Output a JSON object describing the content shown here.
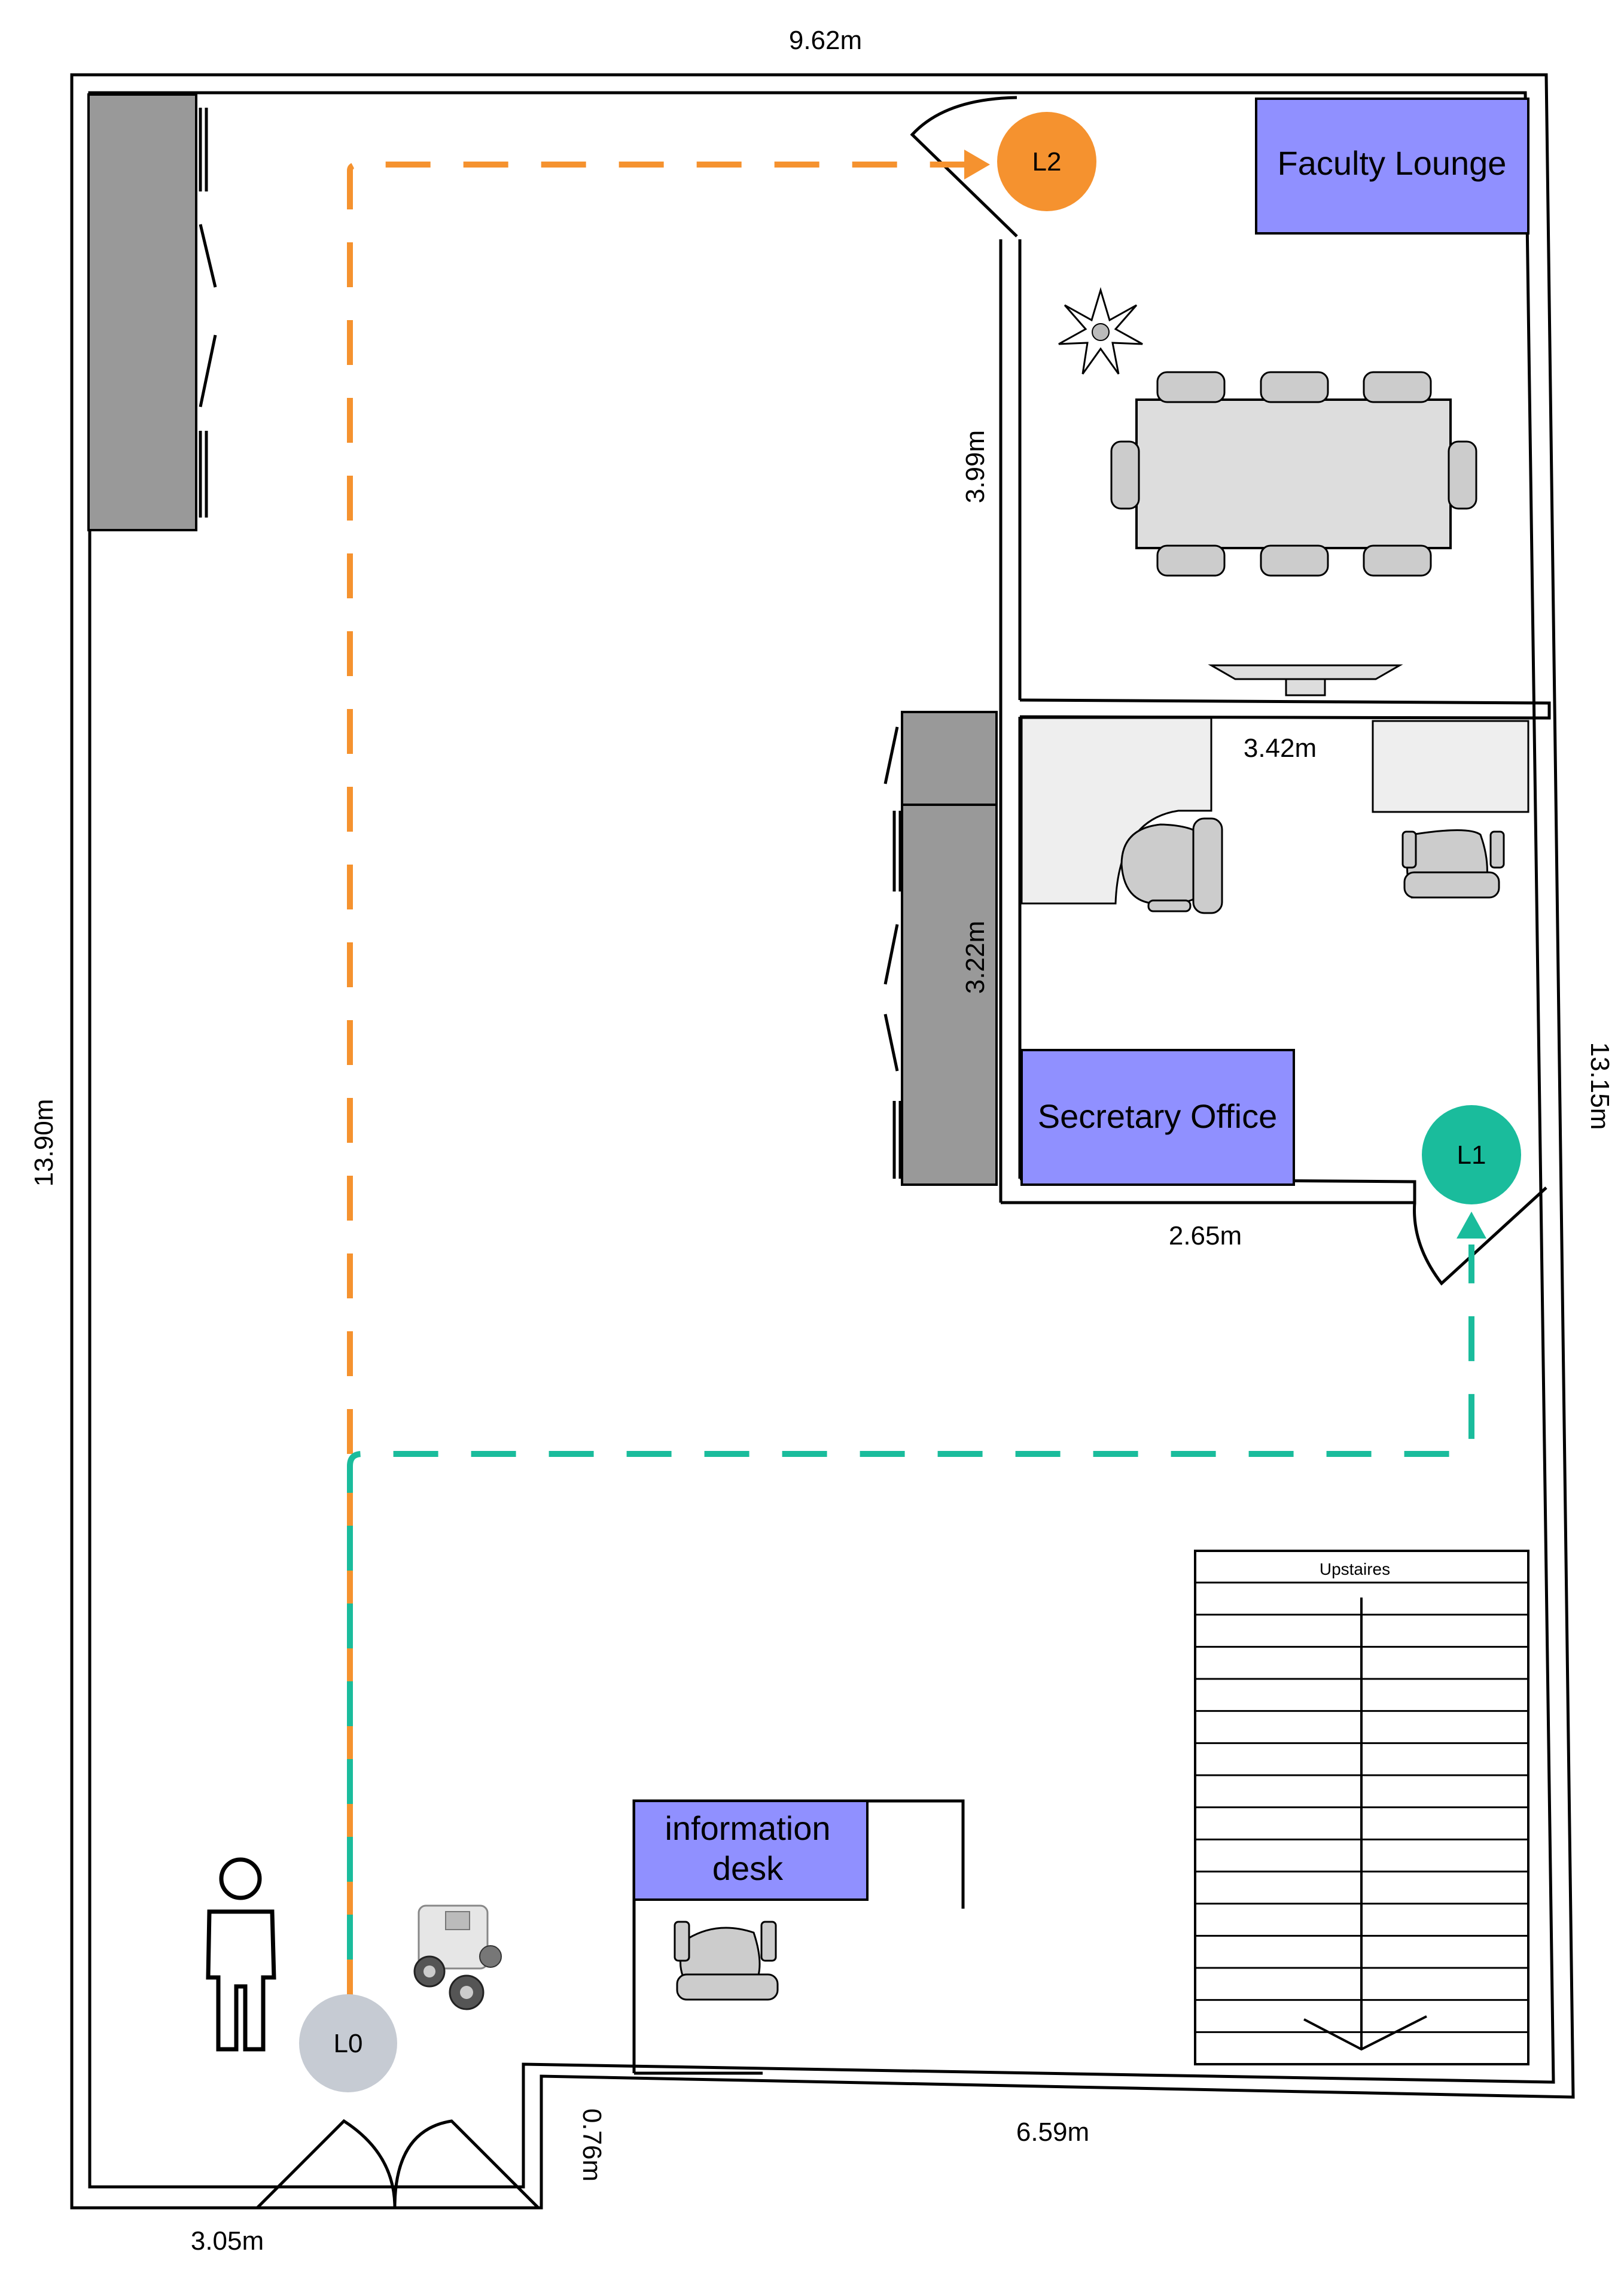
{
  "dimensions": {
    "top_width": "9.62m",
    "left_height": "13.90m",
    "right_height": "13.15m",
    "lounge_wall": "3.99m",
    "office_top": "3.42m",
    "cabinet": "3.22m",
    "office_bottom": "2.65m",
    "bottom_right": "6.59m",
    "step": "0.76m",
    "entrance_width": "3.05m"
  },
  "rooms": {
    "faculty_lounge": "Faculty Lounge",
    "secretary_office": "Secretary Office",
    "information_desk_line1": "information",
    "information_desk_line2": "desk"
  },
  "stairs": {
    "label": "Upstaires"
  },
  "locations": {
    "L0": {
      "label": "L0",
      "color": "#c6cbd3"
    },
    "L1": {
      "label": "L1",
      "color": "#1abc9c"
    },
    "L2": {
      "label": "L2",
      "color": "#f5922f"
    }
  },
  "colors": {
    "room_fill": "#9090ff",
    "path_to_L2": "#f5922f",
    "path_to_L1": "#1abc9c",
    "furniture_dark": "#999999",
    "furniture_light": "#eeeeee"
  }
}
